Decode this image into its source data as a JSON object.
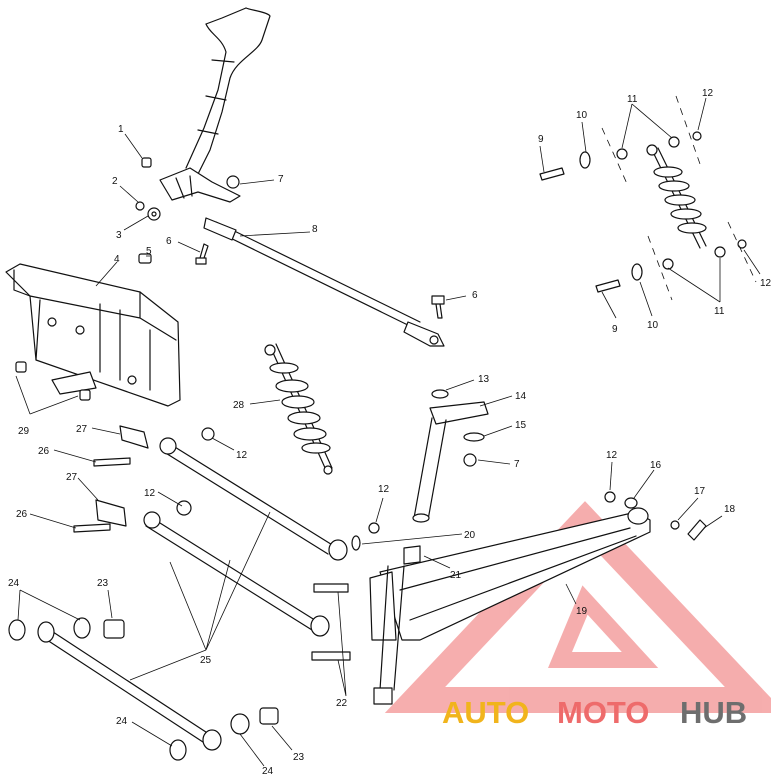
{
  "callouts": [
    "1",
    "2",
    "3",
    "4",
    "5",
    "6",
    "7",
    "8",
    "6",
    "29",
    "27",
    "26",
    "27",
    "26",
    "12",
    "12",
    "28",
    "13",
    "14",
    "15",
    "7",
    "12",
    "12",
    "16",
    "17",
    "18",
    "20",
    "21",
    "19",
    "24",
    "23",
    "25",
    "22",
    "24",
    "24",
    "23",
    "9",
    "10",
    "11",
    "12",
    "11",
    "9",
    "10",
    "12"
  ],
  "watermark": {
    "part1": "AUTO",
    "part2": "MOTO",
    "part3": "HUB",
    "colors": {
      "auto": "#f1b41c",
      "moto": "#ee6b6b",
      "hub": "#6e6e6e"
    }
  }
}
